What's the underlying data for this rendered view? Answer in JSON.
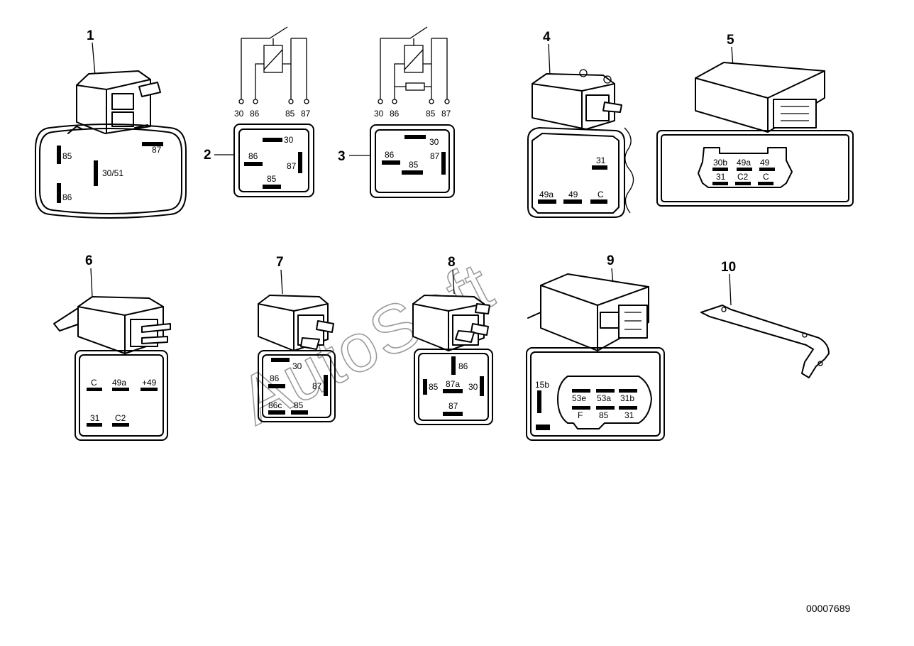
{
  "watermark": "AutoSoft",
  "diagram_code": "00007689",
  "parts": [
    {
      "number": "1",
      "pins": [
        "85",
        "87",
        "30/51",
        "86"
      ]
    },
    {
      "number": "2",
      "schematic_pins": [
        "30",
        "86",
        "85",
        "87"
      ],
      "pins": [
        "30",
        "86",
        "87",
        "85"
      ]
    },
    {
      "number": "3",
      "schematic_pins": [
        "30",
        "86",
        "85",
        "87"
      ],
      "pins": [
        "30",
        "86",
        "87",
        "85"
      ]
    },
    {
      "number": "4",
      "pins": [
        "31",
        "49a",
        "49",
        "C"
      ]
    },
    {
      "number": "5",
      "pins": [
        "30b",
        "49a",
        "49",
        "31",
        "C2",
        "C"
      ]
    },
    {
      "number": "6",
      "pins": [
        "C",
        "49a",
        "+49",
        "31",
        "C2"
      ]
    },
    {
      "number": "7",
      "pins": [
        "30",
        "86",
        "87",
        "86c",
        "85"
      ]
    },
    {
      "number": "8",
      "pins": [
        "86",
        "85",
        "87a",
        "30",
        "87"
      ]
    },
    {
      "number": "9",
      "pins": [
        "15b",
        "53e",
        "53a",
        "31b",
        "F",
        "85",
        "31"
      ]
    },
    {
      "number": "10"
    }
  ]
}
